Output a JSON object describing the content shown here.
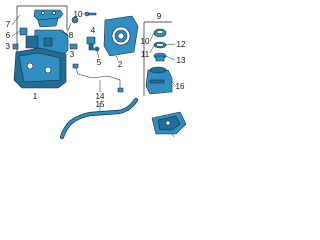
{
  "diagram": {
    "part_color": "#2f8fc2",
    "part_color_dark": "#1f6e98",
    "callouts": {
      "c1": "1",
      "c2": "2",
      "c3": "3",
      "c4": "4",
      "c5": "5",
      "c6": "6",
      "c7": "7",
      "c8": "8",
      "c9": "9",
      "c10": "10",
      "c11": "11",
      "c12": "12",
      "c13": "13",
      "c14": "14",
      "c15": "15",
      "c16": "16"
    }
  }
}
